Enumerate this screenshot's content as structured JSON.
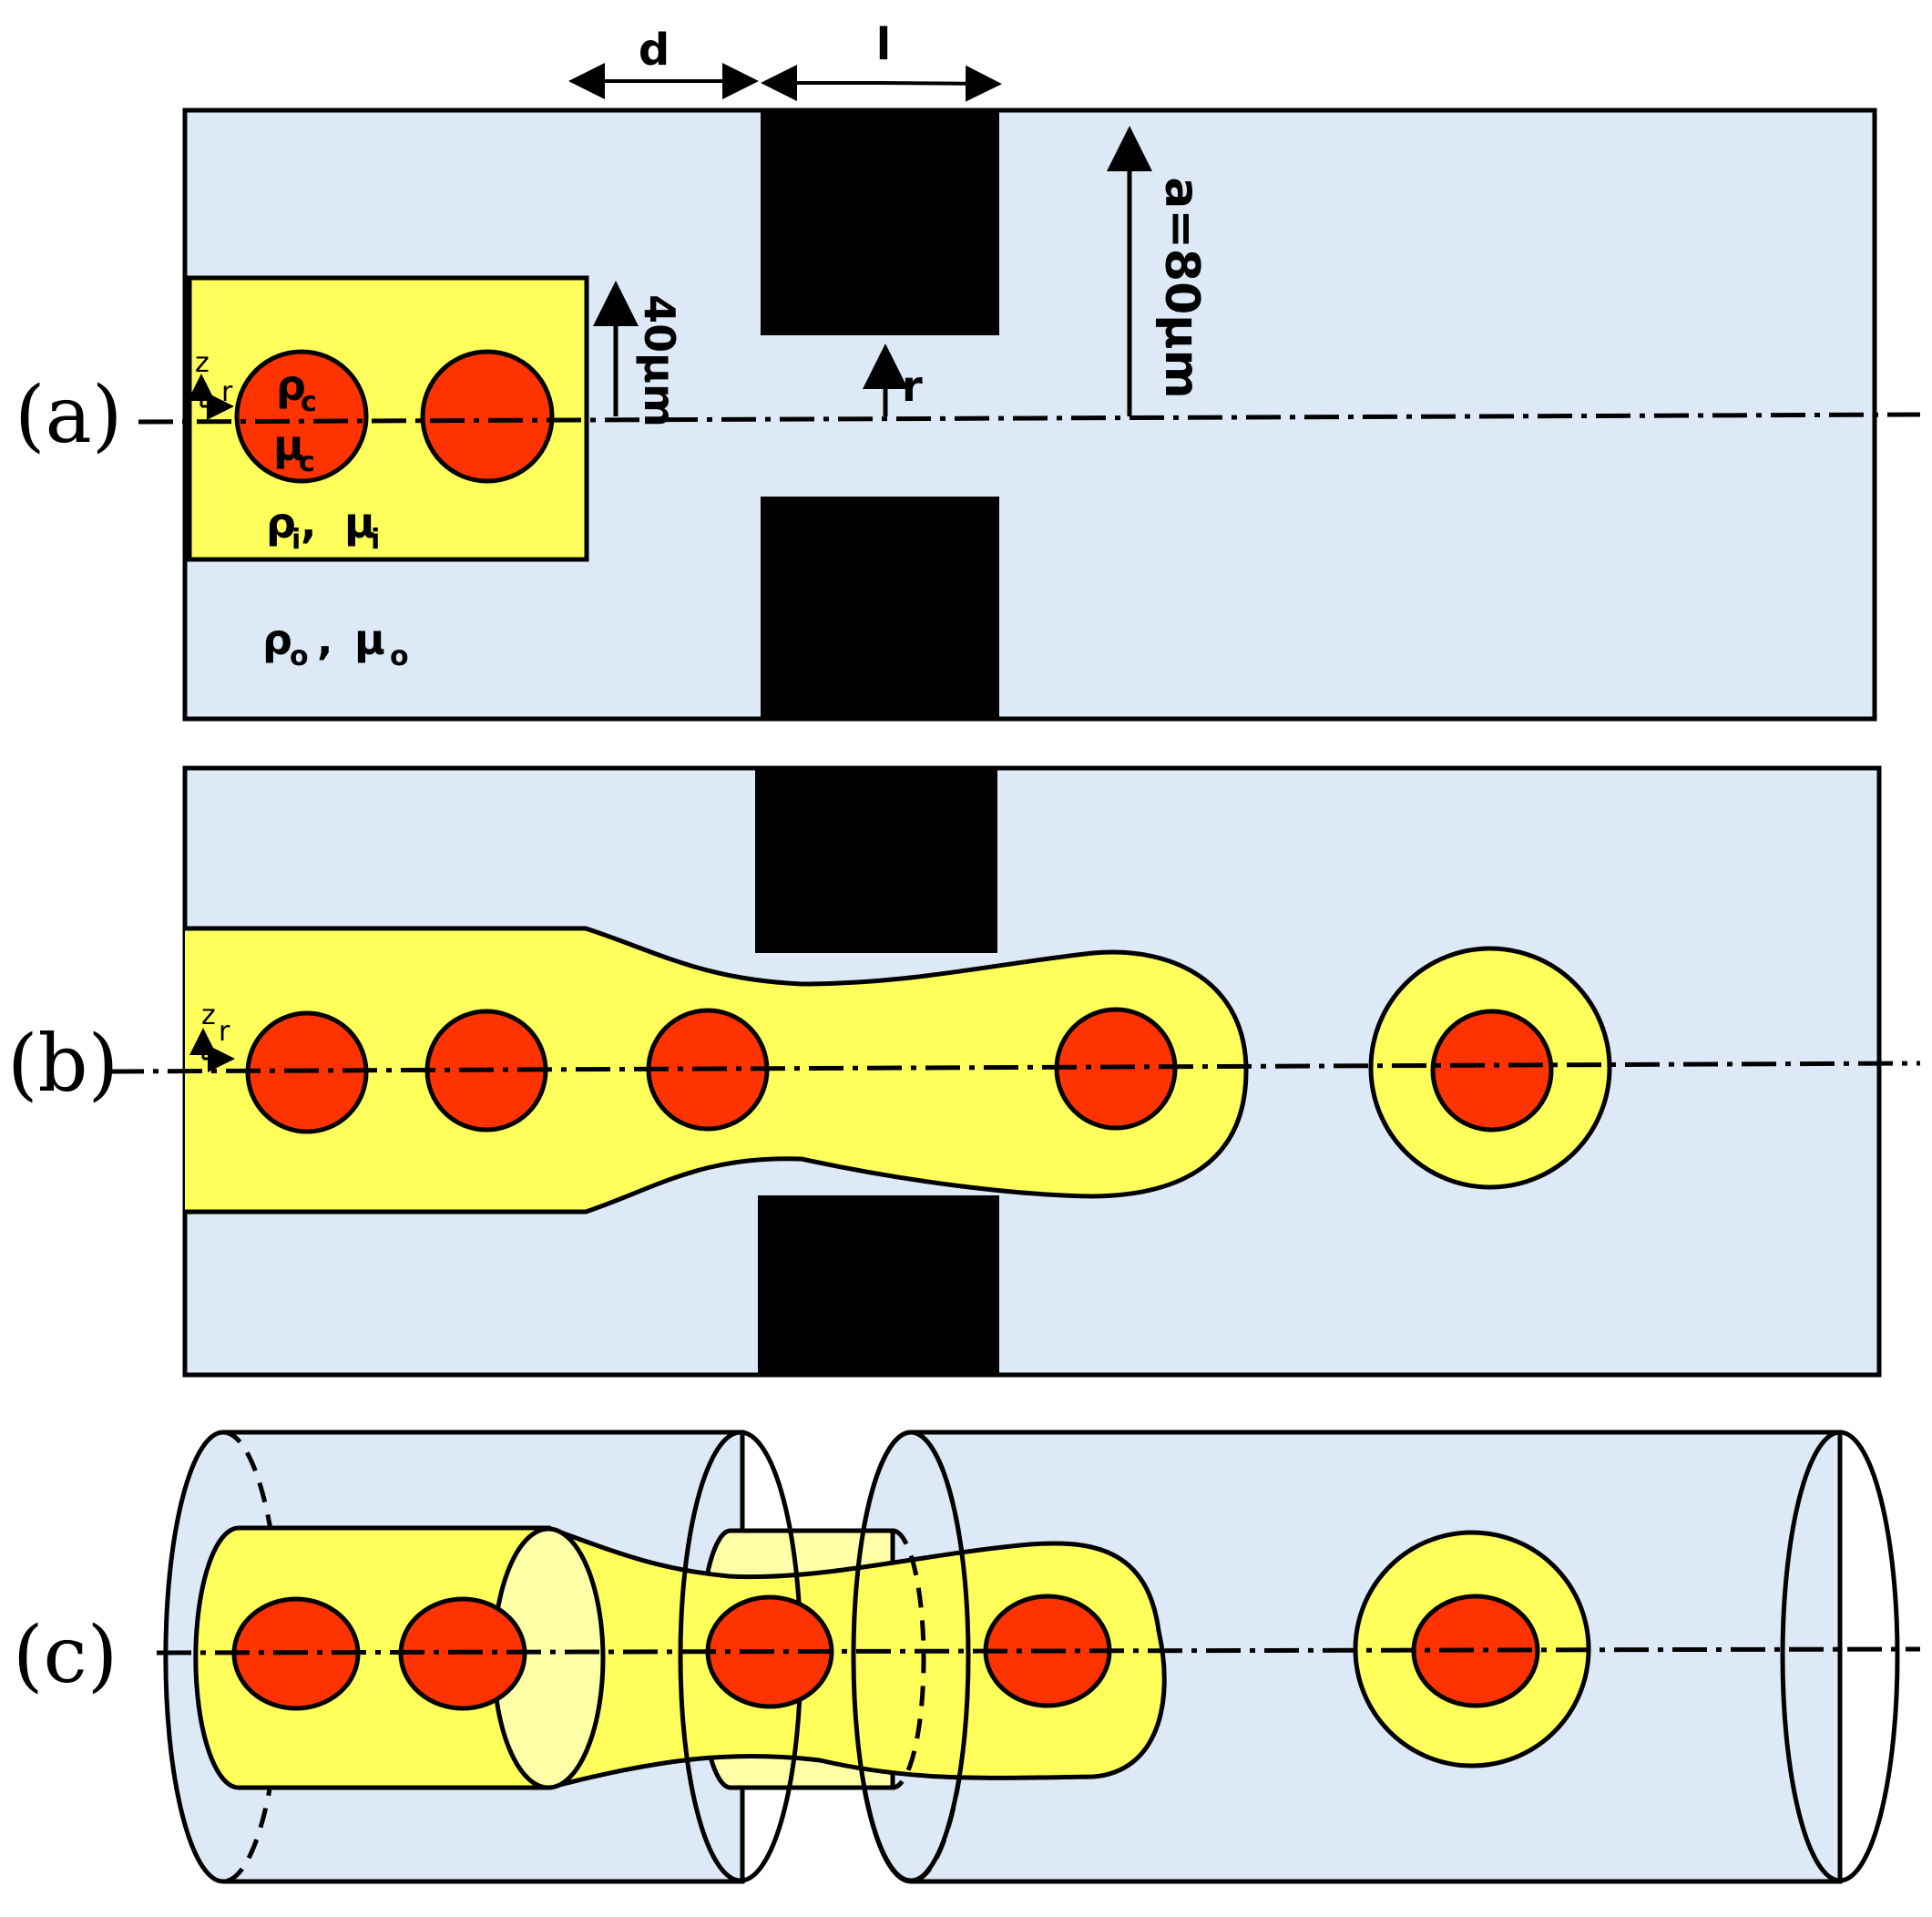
{
  "colors": {
    "outer_fluid": "#dde9f6",
    "jet": "#ffff5c",
    "cell": "#ff3300",
    "outline": "#000000",
    "constriction": "#000000"
  },
  "panels": {
    "a": {
      "label": "(a)"
    },
    "b": {
      "label": "(b)"
    },
    "c": {
      "label": "(c)"
    }
  },
  "dimensions": {
    "d": "d",
    "l": "l",
    "r": "r",
    "nozzle_radius": "40μm",
    "channel_radius": "a=80μm"
  },
  "axes": {
    "z": "z",
    "r": "r"
  },
  "properties": {
    "core_rho": {
      "sym": "ρ",
      "sub": "c"
    },
    "core_mu": {
      "sym": "μ",
      "sub": "c"
    },
    "inner_rho": {
      "sym": "ρ",
      "sub": "i"
    },
    "inner_mu": {
      "sym": "μ",
      "sub": "i"
    },
    "outer_rho": {
      "sym": "ρ",
      "sub": "o"
    },
    "outer_mu": {
      "sym": "μ",
      "sub": "o"
    },
    "comma": ","
  },
  "icons": [
    "arrowhead-icon",
    "centerline-icon"
  ]
}
